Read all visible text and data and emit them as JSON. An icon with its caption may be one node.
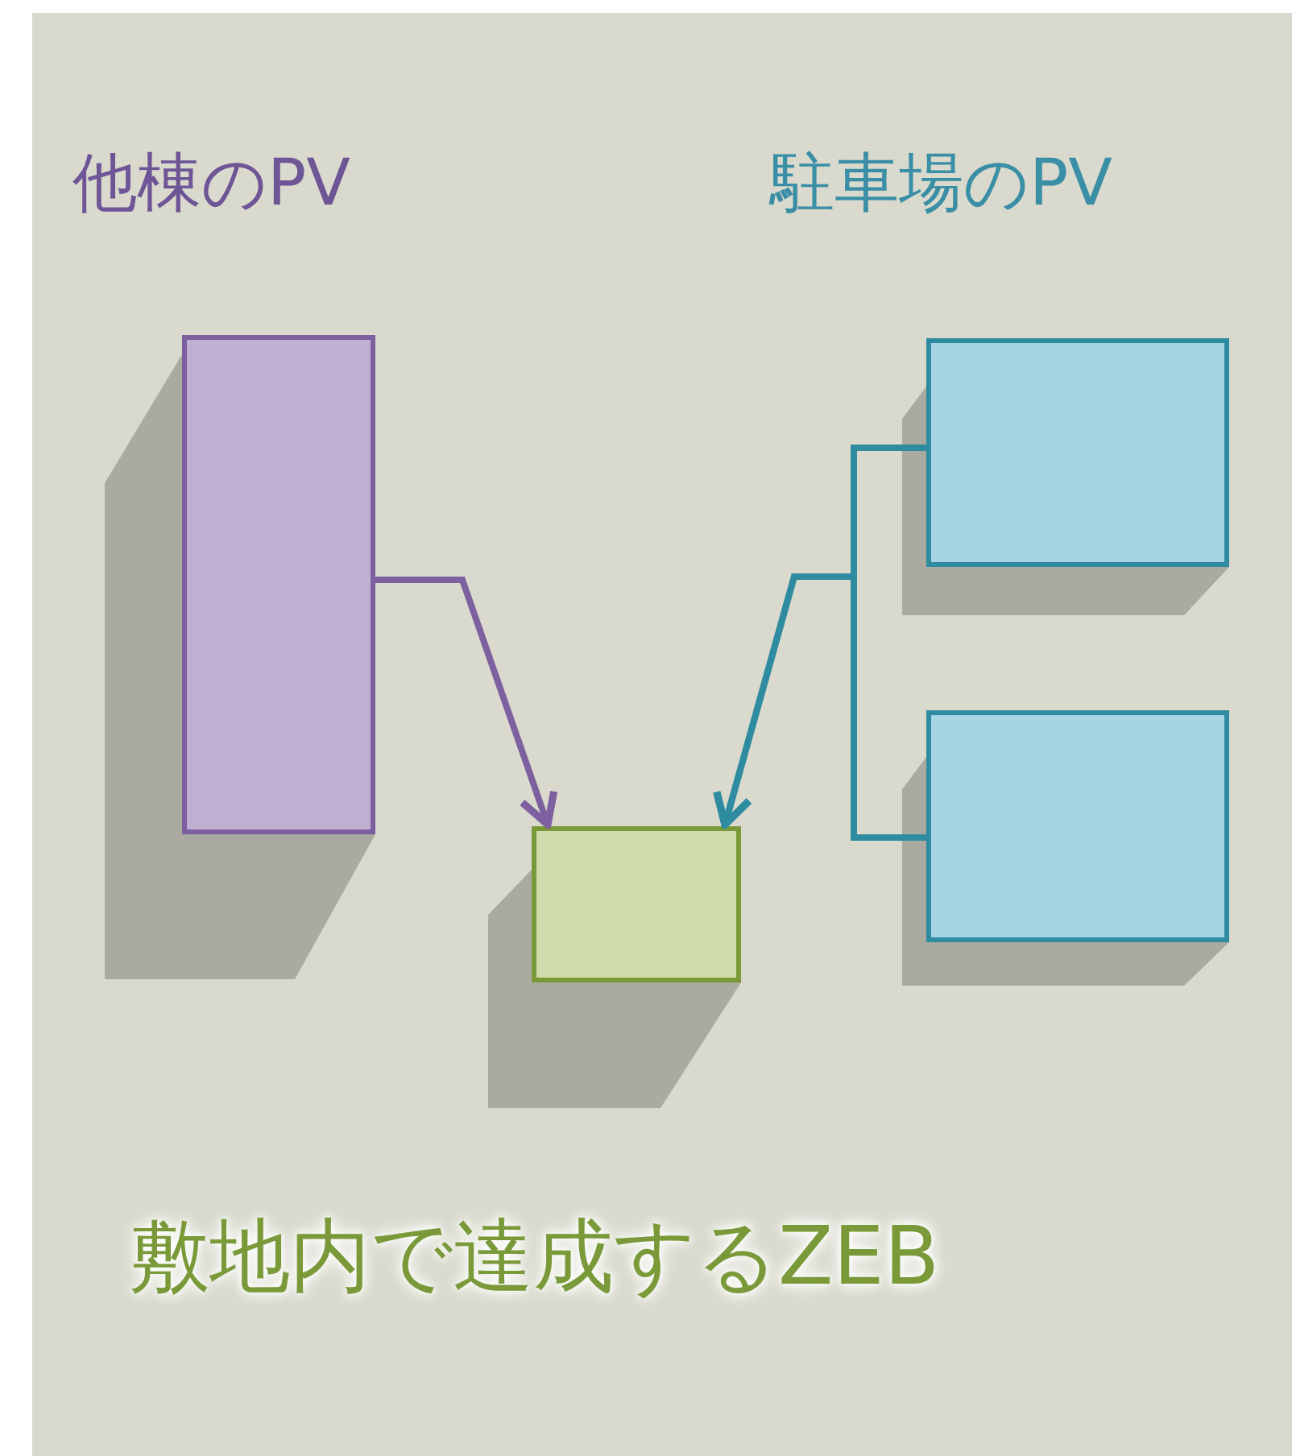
{
  "diagram": {
    "nodes": [
      {
        "text": [],
        "shape": "box"
      },
      {
        "text": [],
        "shape": "box"
      },
      {
        "text": [],
        "shape": "box"
      },
      {
        "text": [],
        "shape": "box"
      }
    ],
    "edges": [
      {
        "from": 0,
        "to": 1,
        "arrow": "to",
        "color": "#7e5fa0"
      },
      {
        "from": 2,
        "to": 1,
        "arrow": "to"
      },
      {
        "from": 3,
        "to": 1,
        "arrow": "to"
      }
    ],
    "labels": [
      "他棟のPV",
      "駐車場のPV",
      "敷地内で達成するZEB"
    ]
  }
}
